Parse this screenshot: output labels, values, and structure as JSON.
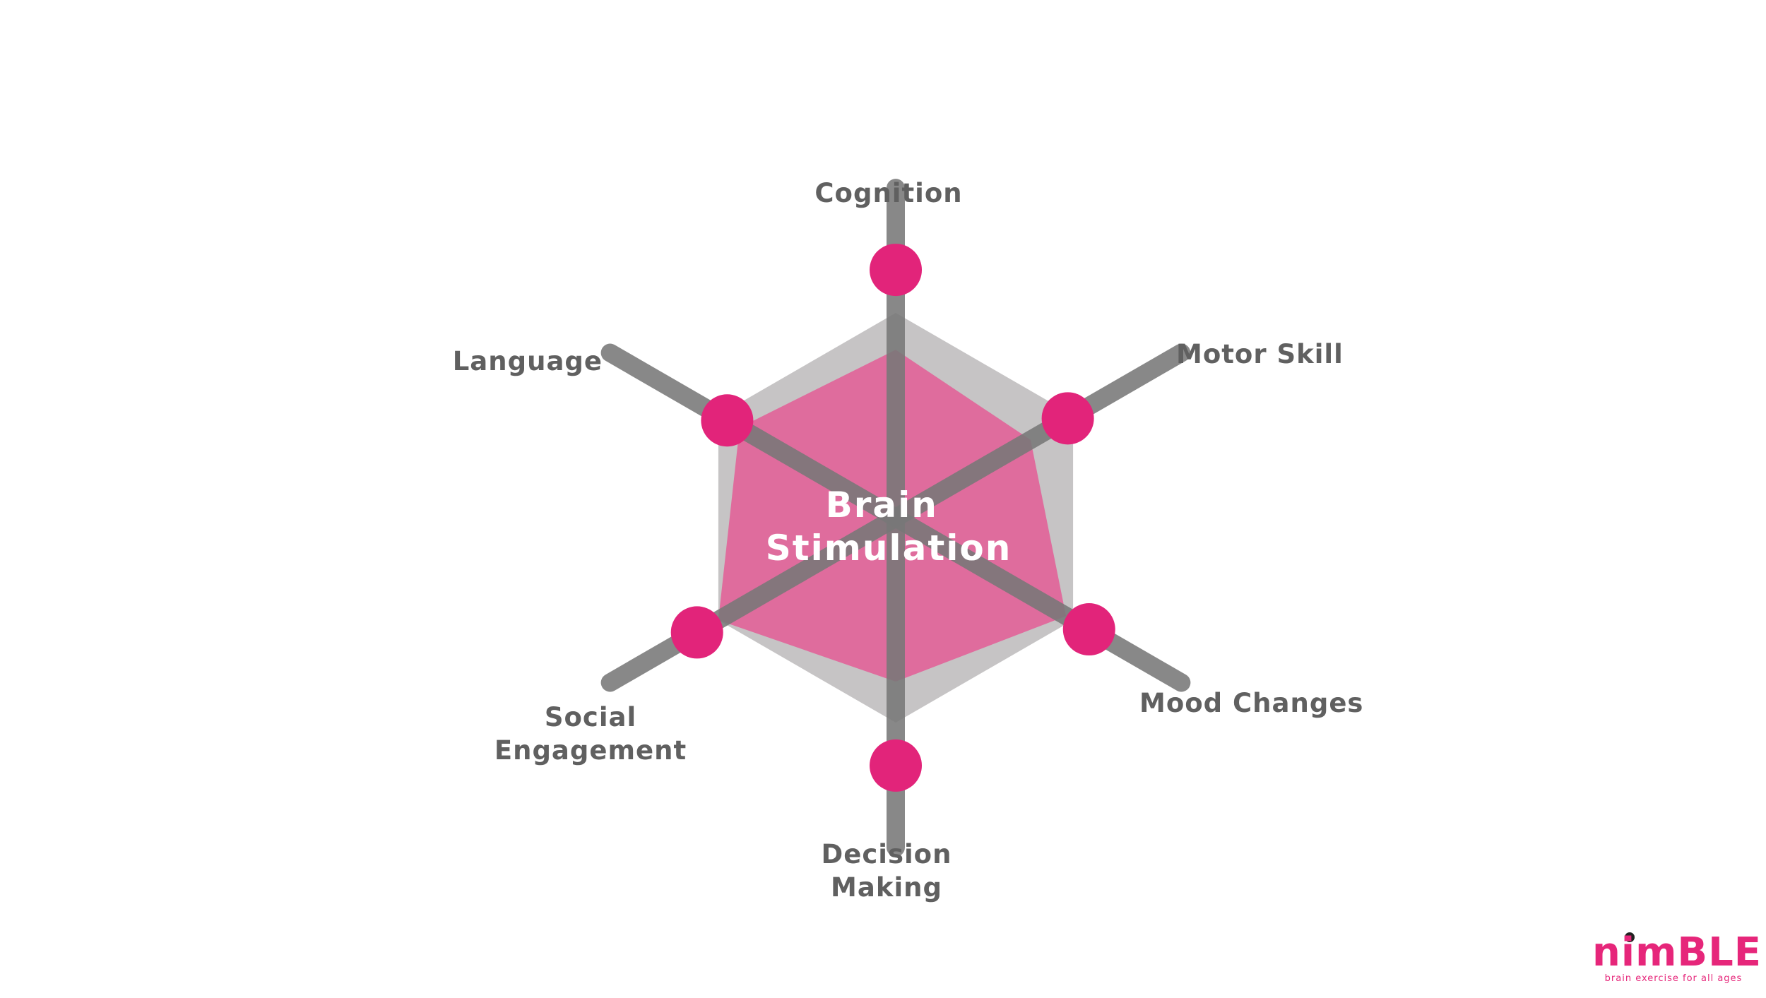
{
  "chart_data": {
    "type": "radar",
    "center_label": [
      "Brain",
      "Stimulation"
    ],
    "axes": [
      "Cognition",
      "Motor Skill",
      "Mood Changes",
      "Decision Making",
      "Social Engagement",
      "Language"
    ],
    "axis_label_lines": [
      [
        "Cognition"
      ],
      [
        "Motor Skill"
      ],
      [
        "Mood Changes"
      ],
      [
        "Decision",
        "Making"
      ],
      [
        "Social",
        "Engagement"
      ],
      [
        "Language"
      ]
    ],
    "reference_hexagon": [
      1,
      1,
      1,
      1,
      1,
      1
    ],
    "filled_area_values": [
      0.82,
      0.76,
      0.96,
      0.8,
      1.0,
      0.88
    ],
    "point_values": [
      1.21,
      0.97,
      1.09,
      1.21,
      1.12,
      0.95
    ],
    "range": [
      0,
      1.6
    ],
    "colors": {
      "axis": "#777777",
      "reference_fill": "#c6c4c5",
      "area_fill": "#e0679b",
      "point": "#e2247a",
      "label": "#606060"
    }
  },
  "logo": {
    "word": "nimBLE",
    "tagline": "brain exercise for all ages"
  }
}
